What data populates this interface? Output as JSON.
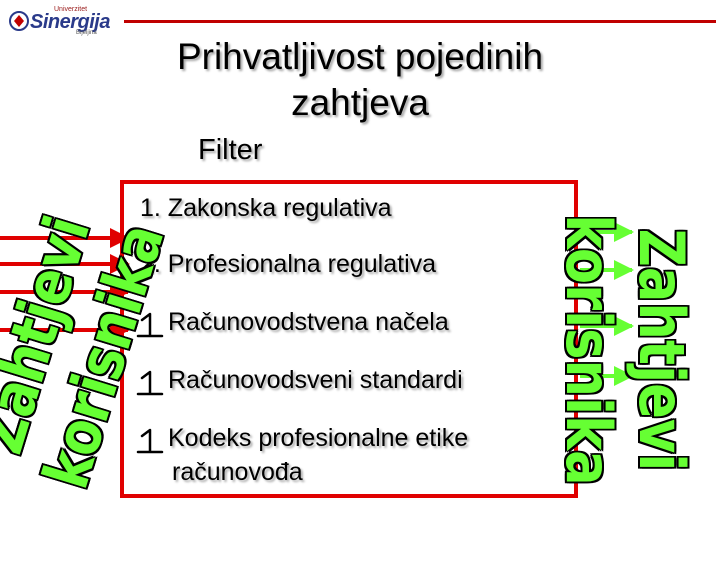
{
  "logo": {
    "top_text": "Univerzitet",
    "wordmark": "Sinergija",
    "city": "Bijeljina"
  },
  "slide": {
    "title_line1": "Prihvatljivost pojedinih",
    "title_line2": "zahtjeva",
    "filter_label": "Filter"
  },
  "items": [
    "1. Zakonska regulativa",
    "2. Profesionalna regulativa",
    "Računovodstvena načela",
    "Računovodsveni standardi",
    "Kodeks profesionalne etike",
    "računovođa"
  ],
  "side_art": {
    "left": "Zahtjevi korisnika",
    "right": "Zahtjevi korisnika"
  },
  "colors": {
    "accent_red": "#e00000",
    "art_green": "#66ff33",
    "logo_blue": "#2a3a8a"
  },
  "icons": {
    "bullet": "numeral-one-icon",
    "arrows": "arrow-right-icon"
  }
}
